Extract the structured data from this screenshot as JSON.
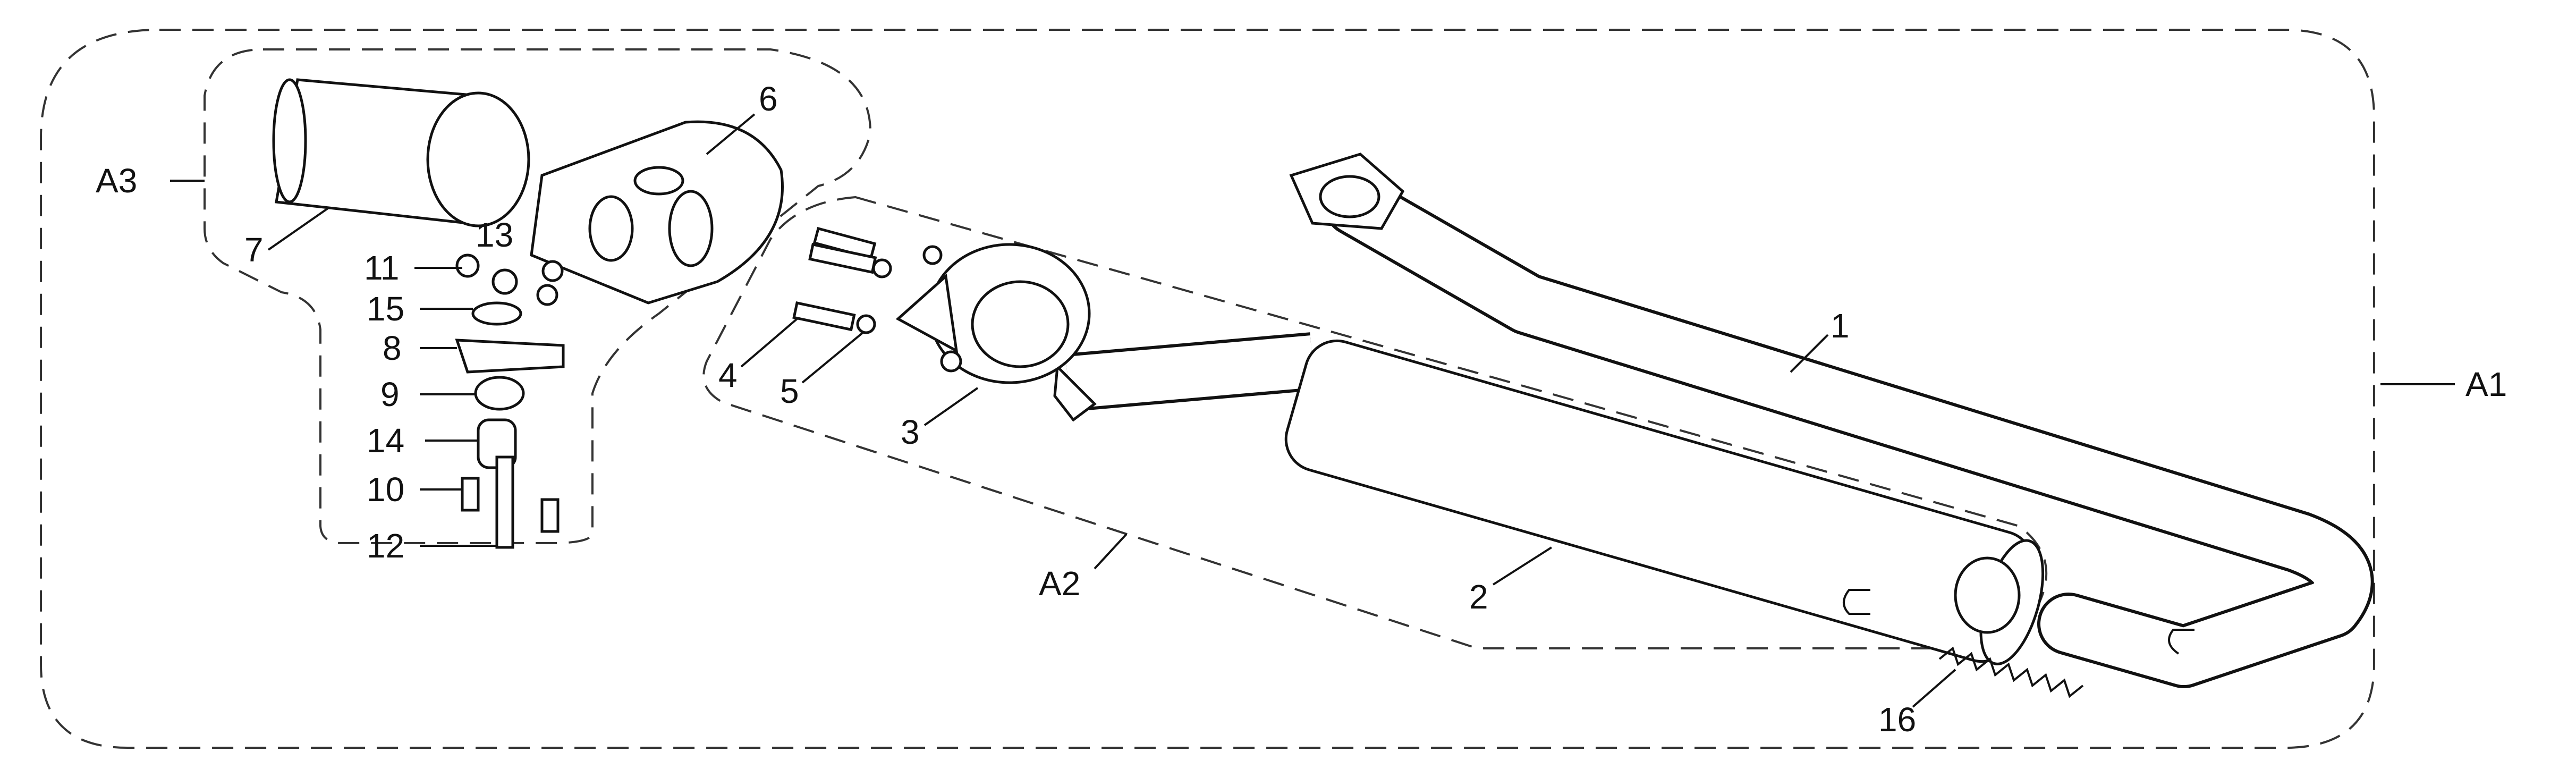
{
  "diagram": {
    "assemblies": {
      "a1": "A1",
      "a2": "A2",
      "a3": "A3"
    },
    "parts": {
      "p1": "1",
      "p2": "2",
      "p3": "3",
      "p4": "4",
      "p5": "5",
      "p6": "6",
      "p7": "7",
      "p8": "8",
      "p9": "9",
      "p10": "10",
      "p11": "11",
      "p12": "12",
      "p13": "13",
      "p14": "14",
      "p15": "15",
      "p16": "16"
    }
  }
}
